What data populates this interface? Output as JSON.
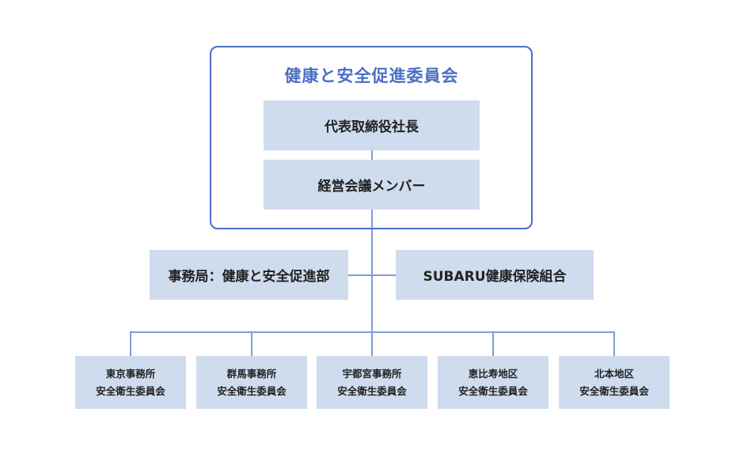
{
  "committee": {
    "title": "健康と安全促進委員会",
    "members": [
      {
        "label": "代表取締役社長"
      },
      {
        "label": "経営会議メンバー"
      }
    ]
  },
  "side_units": [
    {
      "label": "事務局：健康と安全促進部"
    },
    {
      "label": "SUBARU健康保険組合"
    }
  ],
  "sub_committees": [
    {
      "line1": "東京事務所",
      "line2": "安全衛生委員会"
    },
    {
      "line1": "群馬事務所",
      "line2": "安全衛生委員会"
    },
    {
      "line1": "宇都宮事務所",
      "line2": "安全衛生委員会"
    },
    {
      "line1": "恵比寿地区",
      "line2": "安全衛生委員会"
    },
    {
      "line1": "北本地区",
      "line2": "安全衛生委員会"
    }
  ],
  "colors": {
    "accent": "#4a6fc6",
    "box_fill": "#cfdcee",
    "connector": "#7f9dd4"
  }
}
